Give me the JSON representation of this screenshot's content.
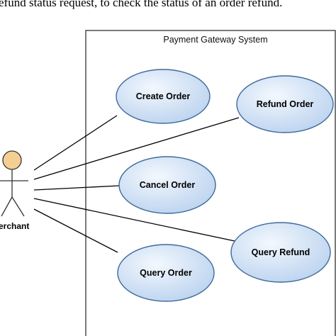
{
  "caption": "efund status request, to check the status of an order refund.",
  "system": {
    "title": "Payment Gateway System"
  },
  "actor": {
    "label": "erchant"
  },
  "use_cases": [
    {
      "id": "create-order",
      "label": "Create Order"
    },
    {
      "id": "refund-order",
      "label": "Refund Order"
    },
    {
      "id": "cancel-order",
      "label": "Cancel Order"
    },
    {
      "id": "query-refund",
      "label": "Query Refund"
    },
    {
      "id": "query-order",
      "label": "Query Order"
    }
  ],
  "colors": {
    "ellipse_fill_light": "#e9f1fb",
    "ellipse_fill_dark": "#bcd3ef",
    "ellipse_stroke": "#3f6a9a",
    "actor_head": "#f4cf93",
    "line": "#000000"
  }
}
